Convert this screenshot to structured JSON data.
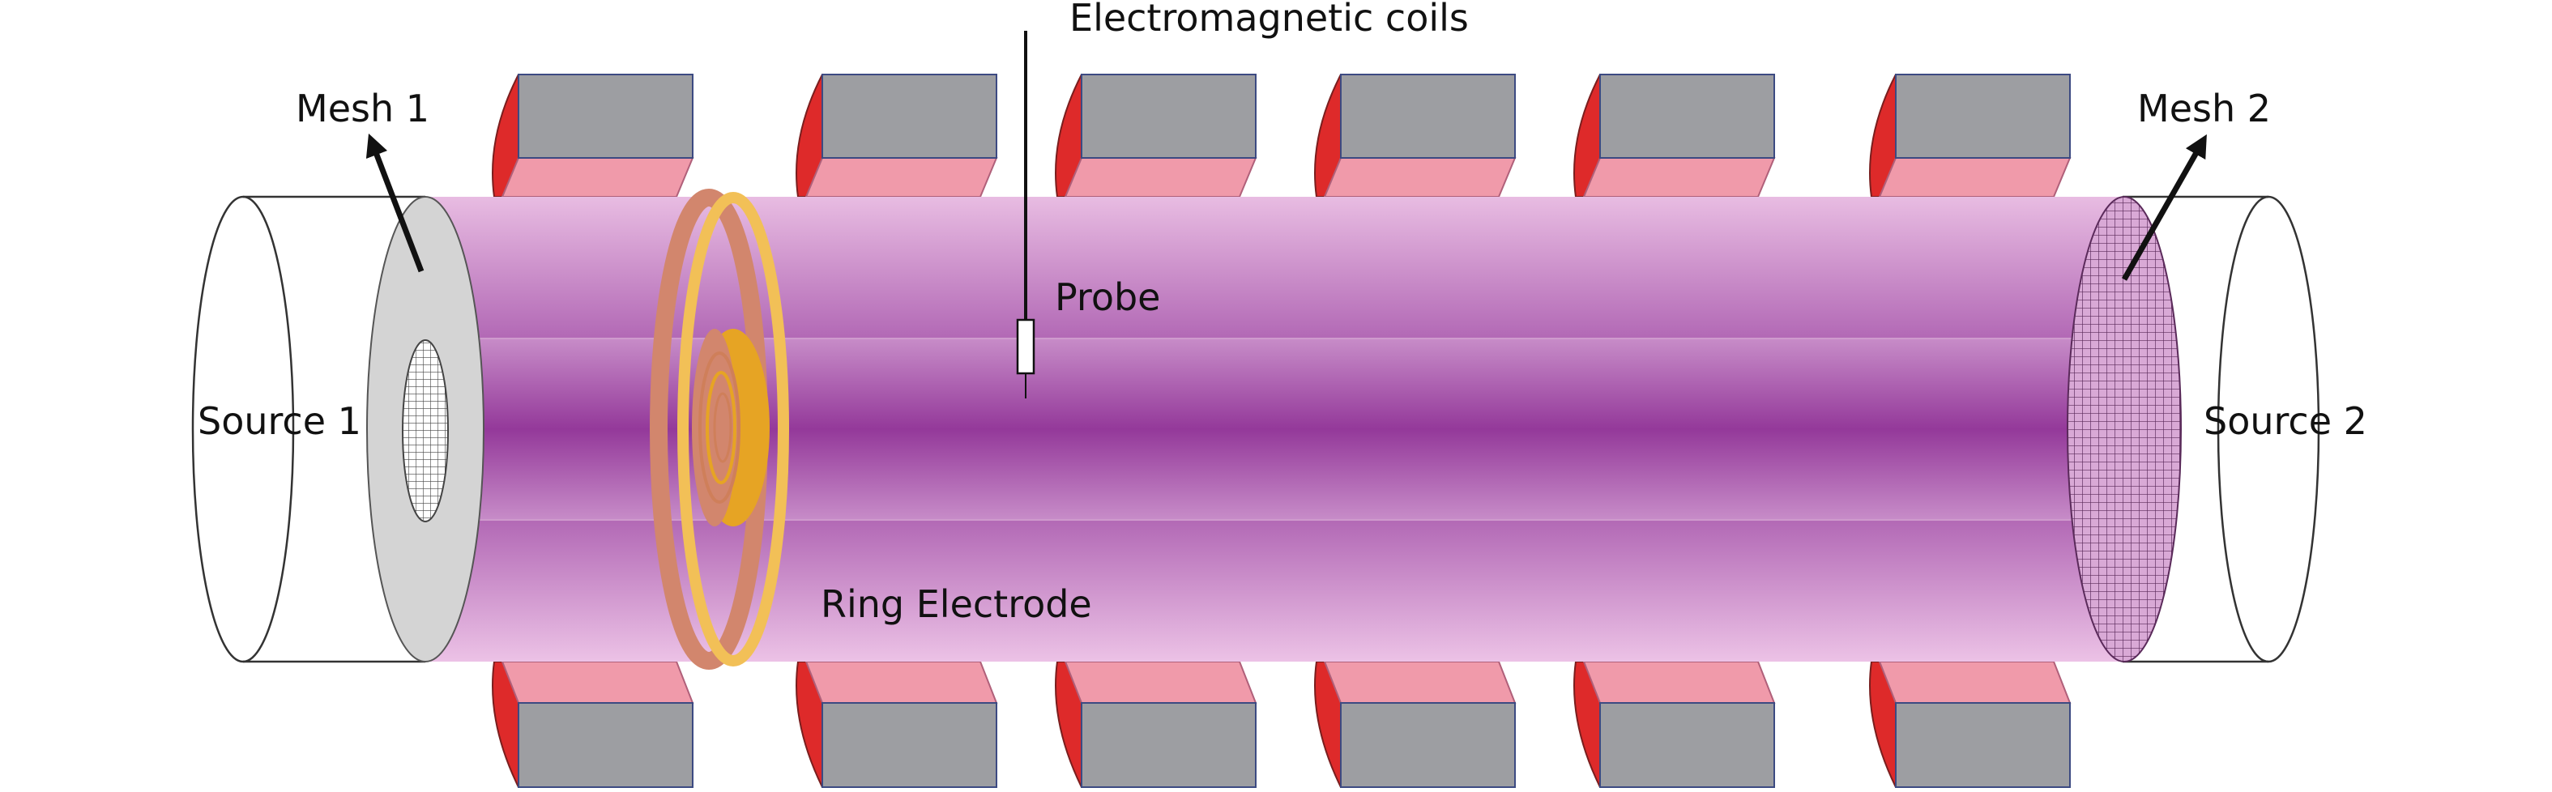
{
  "labels": {
    "coils": "Electromagnetic coils",
    "mesh1": "Mesh 1",
    "mesh2": "Mesh 2",
    "probe": "Probe",
    "source1": "Source 1",
    "source2": "Source 2",
    "ring": "Ring Electrode"
  },
  "colors": {
    "plasma_light": "#e8b8e0",
    "plasma_mid": "#b86ab8",
    "plasma_dark": "#9a3f9c",
    "coil_gray": "#9d9ea2",
    "coil_pink": "#f09aaa",
    "coil_red": "#de2a2a",
    "mesh_gray": "#d4d4d4",
    "mesh2_fill": "#c988c4",
    "ring_outer": "#d2866d",
    "ring_edge": "#f2c057",
    "ring_inner": "#e6a424"
  },
  "icons": [
    "mesh-grid",
    "arrow-up"
  ]
}
